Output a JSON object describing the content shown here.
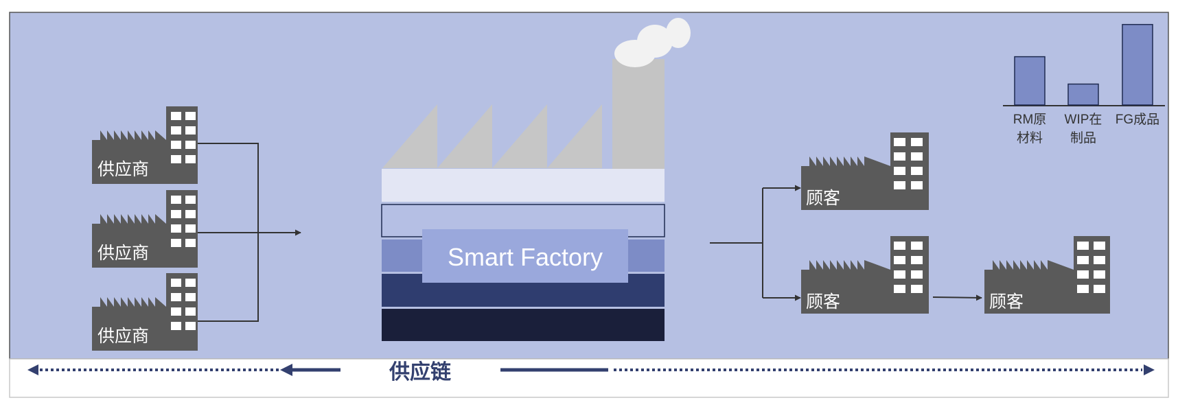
{
  "colors": {
    "panel_bg": "#b6c0e3",
    "building": "#5a5a5a",
    "window": "#ffffff",
    "roof": "#c6c6c6",
    "chimney": "#c4c4c4",
    "band_top": "#e3e6f4",
    "band_2": "#b5bfe4",
    "band_3": "#7d8cc6",
    "band_4": "#2f3d6f",
    "band_5": "#1a1f3a",
    "label_box": "#9aa8dc",
    "chart_bar": "#7d8cc6",
    "arrow_dark": "#33406f",
    "connector": "#333333"
  },
  "suppliers": [
    {
      "label": "供应商"
    },
    {
      "label": "供应商"
    },
    {
      "label": "供应商"
    }
  ],
  "customers": [
    {
      "label": "顾客"
    },
    {
      "label": "顾客"
    },
    {
      "label": "顾客"
    }
  ],
  "factory": {
    "label": "Smart Factory"
  },
  "supply_chain": {
    "label": "供应链"
  },
  "chart_data": {
    "type": "bar",
    "categories": [
      "RM原\n材料",
      "WIP在\n制品",
      "FG成品"
    ],
    "category_lines": [
      [
        "RM原",
        "材料"
      ],
      [
        "WIP在",
        "制品"
      ],
      [
        "FG成品"
      ]
    ],
    "values": [
      3,
      1.3,
      5
    ],
    "ylim": [
      0,
      5.2
    ],
    "title": "",
    "xlabel": "",
    "ylabel": "",
    "grid": false,
    "legend": "none"
  }
}
